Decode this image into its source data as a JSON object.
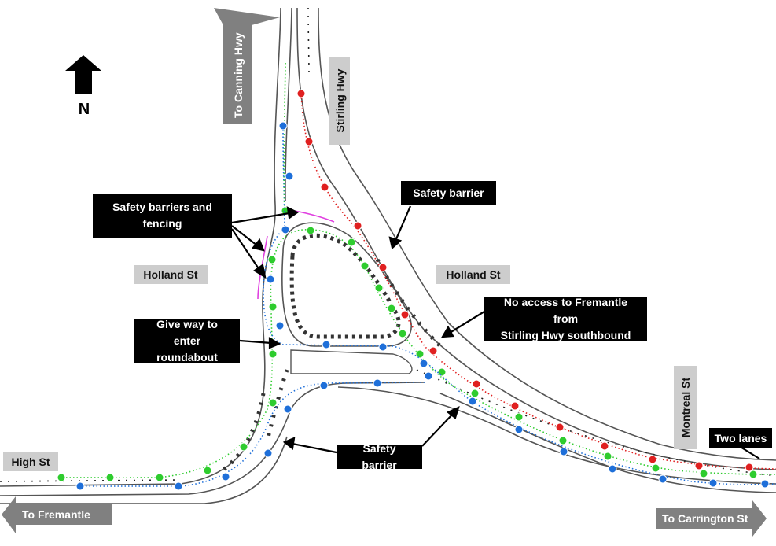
{
  "north": {
    "label": "N",
    "icon": "north-arrow-icon"
  },
  "streets": {
    "stirling_hwy": "Stirling Hwy",
    "holland_st_west": "Holland St",
    "holland_st_east": "Holland St",
    "montreal_st": "Montreal St",
    "high_st": "High St"
  },
  "directions": {
    "canning_hwy": "To Canning Hwy",
    "fremantle": "To Fremantle",
    "carrington_st": "To Carrington St"
  },
  "callouts": {
    "safety_fencing_line1": "Safety barriers and",
    "safety_fencing_line2": "fencing",
    "safety_barrier_top": "Safety barrier",
    "no_access_line1": "No access to Fremantle from",
    "no_access_line2": "Stirling Hwy southbound",
    "give_way_line1": "Give way to enter",
    "give_way_line2": "roundabout",
    "safety_barrier_bottom": "Safety barrier",
    "two_lanes": "Two lanes"
  },
  "colors": {
    "route_red": "#e02020",
    "route_green": "#2ecc2e",
    "route_blue": "#1e6fd9",
    "fencing_magenta": "#e040e0",
    "callout_bg": "#000000",
    "street_label_bg": "#cdcdcd",
    "direction_arrow": "#808080"
  }
}
